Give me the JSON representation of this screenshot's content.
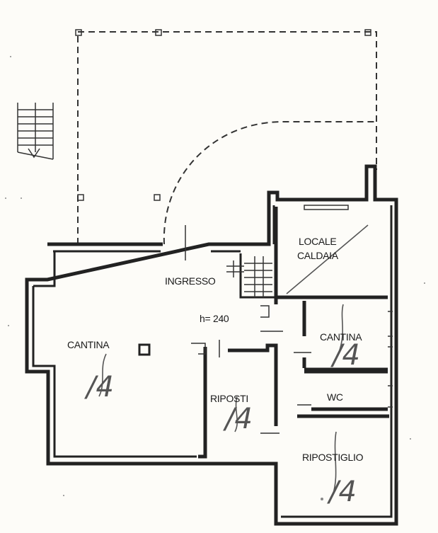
{
  "rooms": {
    "locale_caldaia_line1": "LOCALE",
    "locale_caldaia_line2": "CALDAIA",
    "ingresso": "INGRESSO",
    "cantina_main": "CANTINA",
    "cantina_small": "CANTINA",
    "riposti": "RIPOSTI",
    "wc": "WC",
    "ripostiglio": "RIPOSTIGLIO"
  },
  "height_label": "h= 240",
  "subalterno_marks": {
    "cantina_main": "/4",
    "cantina_small": "/4",
    "riposti": "/4",
    "ripostiglio": "/4"
  },
  "colors": {
    "ink": "#222222",
    "paper": "#fdfcf8"
  }
}
